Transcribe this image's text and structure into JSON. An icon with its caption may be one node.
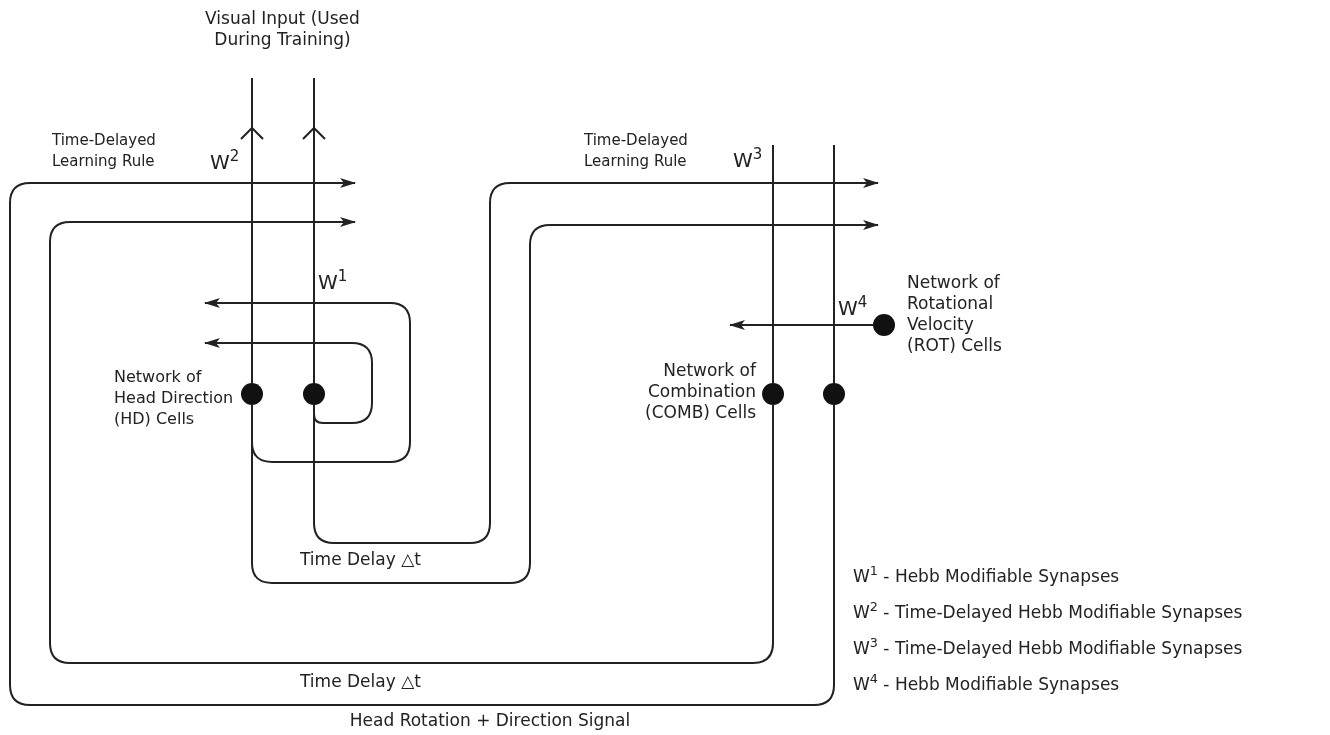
{
  "diagram": {
    "nodes": [
      {
        "text": [],
        "shape": "circle"
      },
      {
        "text": [],
        "shape": "circle"
      },
      {
        "text": [],
        "shape": "circle"
      },
      {
        "text": [],
        "shape": "circle"
      },
      {
        "text": [],
        "shape": "circle",
        "beside": [
          "Network of Rotational Velocity (ROT) Cells"
        ]
      }
    ],
    "edges": [
      {
        "from": null,
        "to": 0,
        "arrow": "other"
      },
      {
        "from": null,
        "to": 1,
        "arrow": "other"
      },
      {
        "from": null,
        "to": 2,
        "arrow": "none"
      },
      {
        "from": null,
        "to": 3,
        "arrow": "none"
      },
      {
        "from": 0,
        "to": null,
        "arrow": "to"
      },
      {
        "from": 1,
        "to": null,
        "arrow": "to"
      },
      {
        "from": 0,
        "to": null,
        "arrow": "to"
      },
      {
        "from": 1,
        "to": null,
        "arrow": "to"
      },
      {
        "from": 2,
        "to": null,
        "arrow": "to"
      },
      {
        "from": 3,
        "to": null,
        "arrow": "to"
      },
      {
        "from": 4,
        "to": null,
        "arrow": "to"
      }
    ],
    "labels": [
      "Visual Input (Used During Training)",
      "Time-Delayed Learning Rule",
      "W$^{2}$",
      "Time-Delayed Learning Rule",
      "W$^{3}$",
      "W$^{1}$",
      "W$^{4}$",
      "Network of Head Direction (HD) Cells",
      "Network of Combination (COMB) Cells",
      "Time Delay △t",
      "W$^{1}$ - Hebb Modifiable Synapses",
      "W$^{2}$ - Time-Delayed Hebb Modifiable Synapses",
      "W$^{3}$ - Time-Delayed Hebb Modifiable Synapses",
      "Time Delay △t",
      "W$^{4}$ - Hebb Modifiable Synapses",
      "Head Rotation + Direction Signal"
    ]
  }
}
